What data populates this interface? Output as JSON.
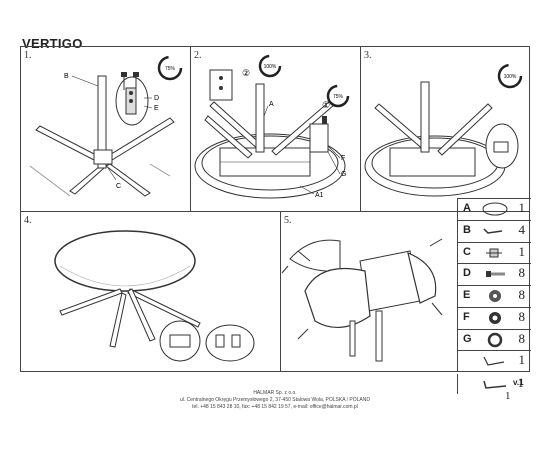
{
  "document": {
    "title": "VERTIGO",
    "version": "v.1",
    "page_number": "1"
  },
  "steps": [
    {
      "number": "1.",
      "labels": [
        "B",
        "D",
        "E",
        "C"
      ],
      "badge": "75%"
    },
    {
      "number": "2.",
      "labels": [
        "A",
        "F",
        "G",
        "A1"
      ],
      "badges": [
        "100%",
        "75%"
      ],
      "callouts": [
        "②",
        "①"
      ]
    },
    {
      "number": "3.",
      "badge": "100%"
    },
    {
      "number": "4."
    },
    {
      "number": "5."
    }
  ],
  "legend": [
    {
      "letter": "A",
      "icon": "tabletop-disc-icon",
      "qty": "1"
    },
    {
      "letter": "B",
      "icon": "allen-key-icon",
      "qty": "4"
    },
    {
      "letter": "C",
      "icon": "bracket-icon",
      "qty": "1"
    },
    {
      "letter": "D",
      "icon": "bolt-icon",
      "qty": "8"
    },
    {
      "letter": "E",
      "icon": "washer-icon",
      "qty": "8"
    },
    {
      "letter": "F",
      "icon": "spring-washer-icon",
      "qty": "8"
    },
    {
      "letter": "G",
      "icon": "ring-washer-icon",
      "qty": "8"
    },
    {
      "letter": "",
      "icon": "allen-key-small-icon",
      "qty": "1"
    },
    {
      "letter": "",
      "icon": "allen-key-large-icon",
      "qty": "1"
    }
  ],
  "footer": {
    "company": "HALMAR Sp. z o.o.",
    "address": "ul. Centralnego Okręgu Przemysłowego 2, 37-450 Stalowa Wola, POLSKA / POLAND",
    "contact": "tel. +48 15 843 28 10, fax: +48 15 842 19 57, e-mail: office@halmar.com.pl"
  }
}
